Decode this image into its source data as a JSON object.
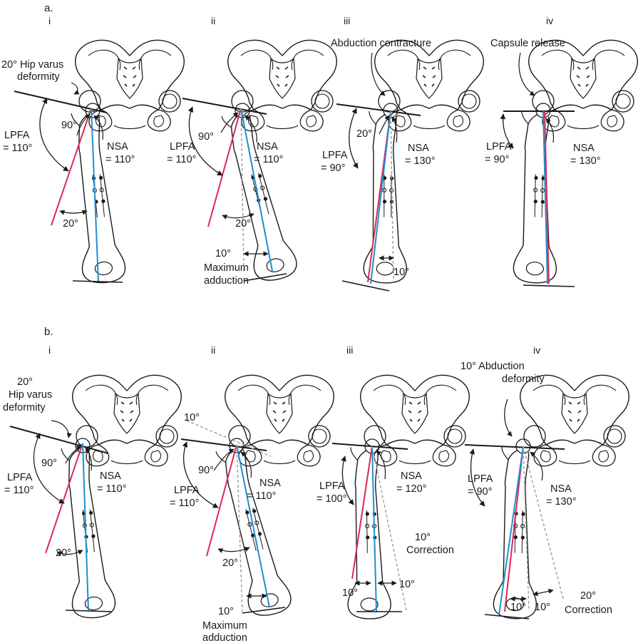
{
  "colors": {
    "ink": "#1a1a1a",
    "mechanical_axis": "#1e8fd0",
    "anatomic_axis": "#e0284f",
    "reference_dashed": "#9a9a9a",
    "background": "#ffffff"
  },
  "sections": {
    "a": "a.",
    "b": "b."
  },
  "panels": {
    "a1": {
      "roman": "i",
      "t1": "20° Hip varus",
      "t2": "deformity",
      "angle90": "90°",
      "lpfa1": "LPFA",
      "lpfa2": "= 110°",
      "nsa1": "NSA",
      "nsa2": "= 110°",
      "ang20": "20°"
    },
    "a2": {
      "roman": "ii",
      "angle90": "90°",
      "lpfa1": "LPFA",
      "lpfa2": "= 110°",
      "nsa1": "NSA",
      "nsa2": "= 110°",
      "ang20": "20°",
      "ang10": "10°",
      "max1": "Maximum",
      "max2": "adduction"
    },
    "a3": {
      "roman": "iii",
      "t1": "Abduction contracture",
      "ang20": "20°",
      "lpfa1": "LPFA",
      "lpfa2": "= 90°",
      "nsa1": "NSA",
      "nsa2": "= 130°",
      "ang10": "10°"
    },
    "a4": {
      "roman": "iv",
      "t1": "Capsule release",
      "lpfa1": "LPFA",
      "lpfa2": "= 90°",
      "nsa1": "NSA",
      "nsa2": "= 130°"
    },
    "b1": {
      "roman": "i",
      "t1": "20°",
      "t2": "Hip varus",
      "t3": "deformity",
      "angle90": "90°",
      "lpfa1": "LPFA",
      "lpfa2": "= 110°",
      "nsa1": "NSA",
      "nsa2": "= 110°",
      "ang20": "20°"
    },
    "b2": {
      "roman": "ii",
      "ang10top": "10°",
      "angle90": "90°",
      "lpfa1": "LPFA",
      "lpfa2": "= 110°",
      "nsa1": "NSA",
      "nsa2": "= 110°",
      "ang20": "20°",
      "ang10": "10°",
      "max1": "Maximum",
      "max2": "adduction"
    },
    "b3": {
      "roman": "iii",
      "lpfa1": "LPFA",
      "lpfa2": "= 100°",
      "nsa1": "NSA",
      "nsa2": "= 120°",
      "corr1": "10°",
      "corr2": "Correction",
      "ang10a": "10°",
      "ang10b": "10°"
    },
    "b4": {
      "roman": "iv",
      "t1": "10° Abduction",
      "t2": "deformity",
      "lpfa1": "LPFA",
      "lpfa2": "= 90°",
      "nsa1": "NSA",
      "nsa2": "= 130°",
      "ang10a": "10°",
      "ang10b": "10°",
      "corr1": "20°",
      "corr2": "Correction"
    }
  }
}
